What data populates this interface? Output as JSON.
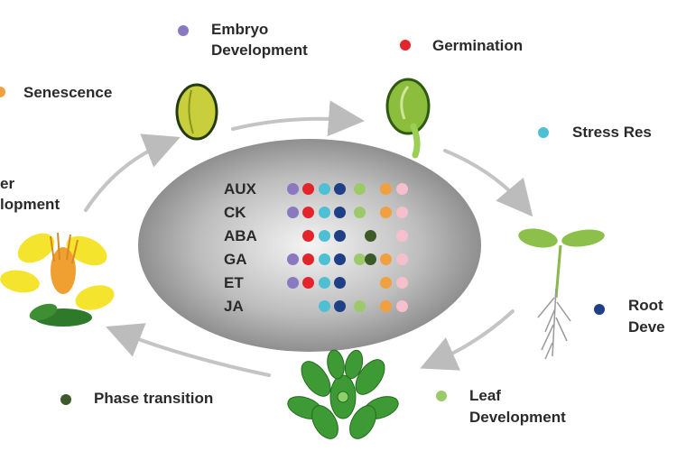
{
  "colors": {
    "embryo": "#8a78c0",
    "germination": "#e3242b",
    "stress": "#4fc0d4",
    "root": "#1f3f86",
    "leaf": "#9cca6a",
    "phase": "#3e5a2a",
    "senescence": "#f0a040",
    "flower": "#f5c0cc"
  },
  "labels": {
    "embryo_line1": "Embryo",
    "embryo_line2": "Development",
    "germination": "Germination",
    "senescence": "Senescence",
    "stress": "Stress Res",
    "flower_line1": "er",
    "flower_line2": "lopment",
    "root_line1": "Root",
    "root_line2": "Deve",
    "leaf_line1": "Leaf",
    "leaf_line2": "Development",
    "phase": "Phase transition"
  },
  "hormones": [
    {
      "name": "AUX",
      "dots": [
        "embryo",
        "germination",
        "stress",
        "root",
        "leaf",
        "senescence",
        "flower"
      ]
    },
    {
      "name": "CK",
      "dots": [
        "embryo",
        "germination",
        "stress",
        "root",
        "leaf",
        "senescence",
        "flower"
      ]
    },
    {
      "name": "ABA",
      "dots": [
        "germination",
        "stress",
        "root",
        "phase",
        "flower"
      ]
    },
    {
      "name": "GA",
      "dots": [
        "embryo",
        "germination",
        "stress",
        "root",
        "leaf",
        "phase",
        "senescence",
        "flower"
      ]
    },
    {
      "name": "ET",
      "dots": [
        "embryo",
        "germination",
        "stress",
        "root",
        "senescence",
        "flower"
      ]
    },
    {
      "name": "JA",
      "dots": [
        "stress",
        "root",
        "leaf",
        "senescence",
        "flower"
      ]
    }
  ]
}
